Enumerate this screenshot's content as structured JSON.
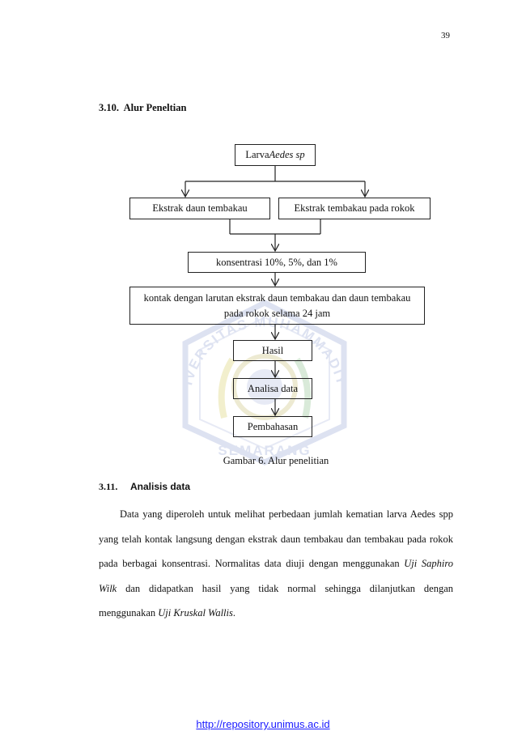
{
  "page_number": "39",
  "section_310": {
    "number": "3.10.",
    "title": "Alur Peneltian"
  },
  "flowchart": {
    "start_plain": "Larva ",
    "start_italic": "Aedes sp",
    "branch_left": "Ekstrak daun tembakau",
    "branch_right": "Ekstrak tembakau pada rokok",
    "concentration": "konsentrasi 10%, 5%, dan 1%",
    "contact": "kontak dengan larutan ekstrak daun tembakau dan daun tembakau pada rokok selama 24 jam",
    "result": "Hasil",
    "analysis": "Analisa data",
    "discussion": "Pembahasan"
  },
  "caption": "Gambar 6. Alur penelitian",
  "section_311": {
    "number": "3.11.",
    "title": "Analisis data"
  },
  "paragraph": {
    "part1": "Data yang diperoleh untuk melihat perbedaan jumlah kematian larva Aedes spp yang telah kontak langsung dengan ekstrak daun tembakau dan tembakau pada rokok pada berbagai konsentrasi. Normalitas data diuji dengan menggunakan ",
    "italic1": "Uji Saphiro Wilk",
    "part2": " dan didapatkan hasil yang tidak normal sehingga dilanjutkan dengan menggunakan ",
    "italic2": "Uji Kruskal Wallis",
    "part3": "."
  },
  "watermark": {
    "text_top": "UNIVERSITAS MUHAMMADIYAH",
    "text_bottom": "SEMARANG",
    "color": "#9aa8d6"
  },
  "footer_link": "http://repository.unimus.ac.id",
  "colors": {
    "link": "#1a1aff"
  }
}
